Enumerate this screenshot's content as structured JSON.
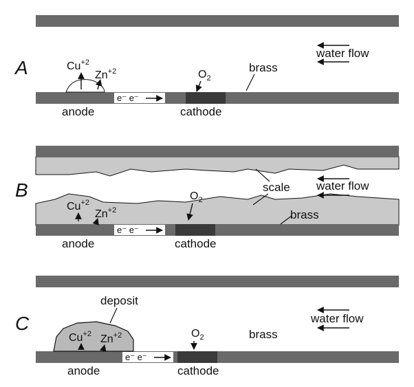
{
  "panels": [
    {
      "letter": "A",
      "water_flow": "water flow",
      "brass": "brass",
      "cu_base": "Cu",
      "cu_charge": "+2",
      "zn_base": "Zn",
      "zn_charge": "+2",
      "o2_base": "O",
      "o2_sub": "2",
      "electrons": "e⁻ e⁻",
      "anode": "anode",
      "cathode": "cathode"
    },
    {
      "letter": "B",
      "water_flow": "water flow",
      "scale": "scale",
      "brass": "brass",
      "cu_base": "Cu",
      "cu_charge": "+2",
      "zn_base": "Zn",
      "zn_charge": "+2",
      "o2_base": "O",
      "o2_sub": "2",
      "electrons": "e⁻ e⁻",
      "anode": "anode",
      "cathode": "cathode"
    },
    {
      "letter": "C",
      "water_flow": "water flow",
      "deposit": "deposit",
      "brass": "brass",
      "cu_base": "Cu",
      "cu_charge": "+2",
      "zn_base": "Zn",
      "zn_charge": "+2",
      "o2_base": "O",
      "o2_sub": "2",
      "electrons": "e⁻ e⁻",
      "anode": "anode",
      "cathode": "cathode"
    }
  ],
  "colors": {
    "pipe_wall": "#6a6a6a",
    "cathode_zone": "#3a3a3a",
    "anode_zone": "#5a5a5a",
    "scale_fill": "#c9c9c9",
    "deposit_fill": "#b9b9b9",
    "electron_box": "#ffffff",
    "text": "#111111"
  }
}
